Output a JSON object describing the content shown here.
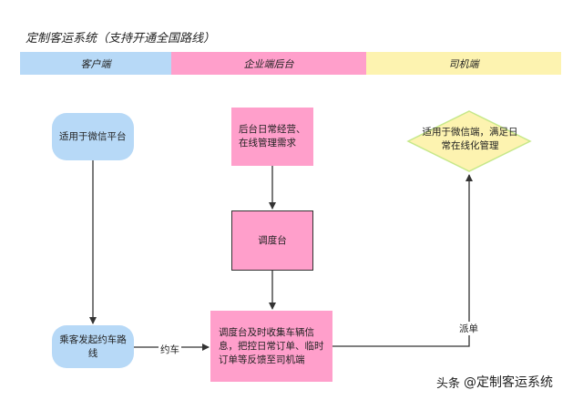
{
  "title": "定制客运系统（支持开通全国路线）",
  "lanes": [
    {
      "label": "客户端",
      "color": "#b7d9f7"
    },
    {
      "label": "企业端后台",
      "color": "#ff9fcb"
    },
    {
      "label": "司机端",
      "color": "#fdf3b0"
    }
  ],
  "nodes": {
    "customer_platform": {
      "text": "适用于微信平台",
      "shape": "rounded-rect"
    },
    "backend_ops": {
      "text": "后台日常经营、在线管理需求",
      "shape": "rect"
    },
    "dispatch": {
      "text": "调度台",
      "shape": "rect-outlined"
    },
    "dispatch_detail": {
      "text": "调度台及时收集车辆信息，把控日常订单、临时订单等反馈至司机端",
      "shape": "rect"
    },
    "passenger": {
      "text": "乘客发起约车路线",
      "shape": "rounded-rect"
    },
    "driver": {
      "text": "适用于微信端，满足日常在线化管理",
      "shape": "diamond"
    }
  },
  "edges": {
    "booking": "约车",
    "dispatch": "派单"
  },
  "colors": {
    "customer": "#b7d9f7",
    "backend": "#ff9fcb",
    "driver_fill": "#fdf3b0",
    "driver_border": "#c6e88a",
    "line": "#333333"
  },
  "watermark": {
    "prefix": "头条",
    "handle": "@定制客运系统"
  }
}
